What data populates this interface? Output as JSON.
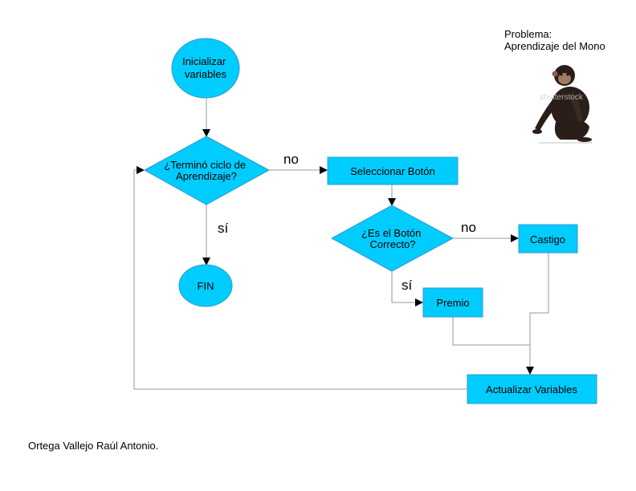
{
  "problem": {
    "title": "Problema:",
    "subtitle": "Aprendizaje del Mono"
  },
  "author": "Ortega Vallejo Raúl Antonio.",
  "image": {
    "subject": "chimpanzee-photo",
    "watermark": "shutterstock"
  },
  "colors": {
    "node_fill": "#00ccff",
    "node_stroke": "#3399cc",
    "edge": "#999999",
    "arrowhead": "#000000"
  },
  "nodes": {
    "init": [
      "Inicializar",
      "variables"
    ],
    "loop_decision": [
      "¿Terminó ciclo de",
      "Aprendizaje?"
    ],
    "select_button": [
      "Seleccionar Botón"
    ],
    "correct_decision": [
      "¿Es el Botón",
      "Correcto?"
    ],
    "punishment": [
      "Castigo"
    ],
    "reward": [
      "Premio"
    ],
    "end": [
      "FIN"
    ],
    "update": [
      "Actualizar Variables"
    ]
  },
  "edges": {
    "loop_no": "no",
    "loop_yes": "sí",
    "correct_no": "no",
    "correct_yes": "sí"
  }
}
